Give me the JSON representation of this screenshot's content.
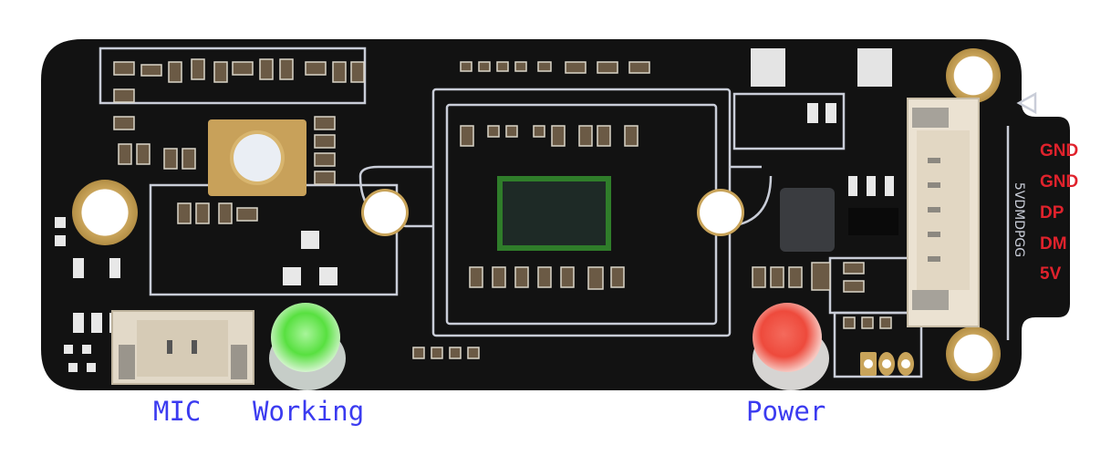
{
  "board": {
    "description": "USB microphone / camera module PCB",
    "pcb_color": "#121212",
    "silkscreen_color": "#c9cdd8",
    "pad_color": "#e4e4e4",
    "gold_color": "#c9a45a",
    "silk_text": "5VDMDPGG"
  },
  "labels": {
    "mic": "MIC",
    "working": "Working",
    "power": "Power",
    "color": "#3b3bf0"
  },
  "pins": {
    "color": "#e0222c",
    "items": [
      {
        "label": "GND"
      },
      {
        "label": "GND"
      },
      {
        "label": "DP"
      },
      {
        "label": "DM"
      },
      {
        "label": "5V"
      }
    ]
  },
  "leds": {
    "working": {
      "color": "#5fe04a"
    },
    "power": {
      "color": "#f0574a"
    }
  }
}
